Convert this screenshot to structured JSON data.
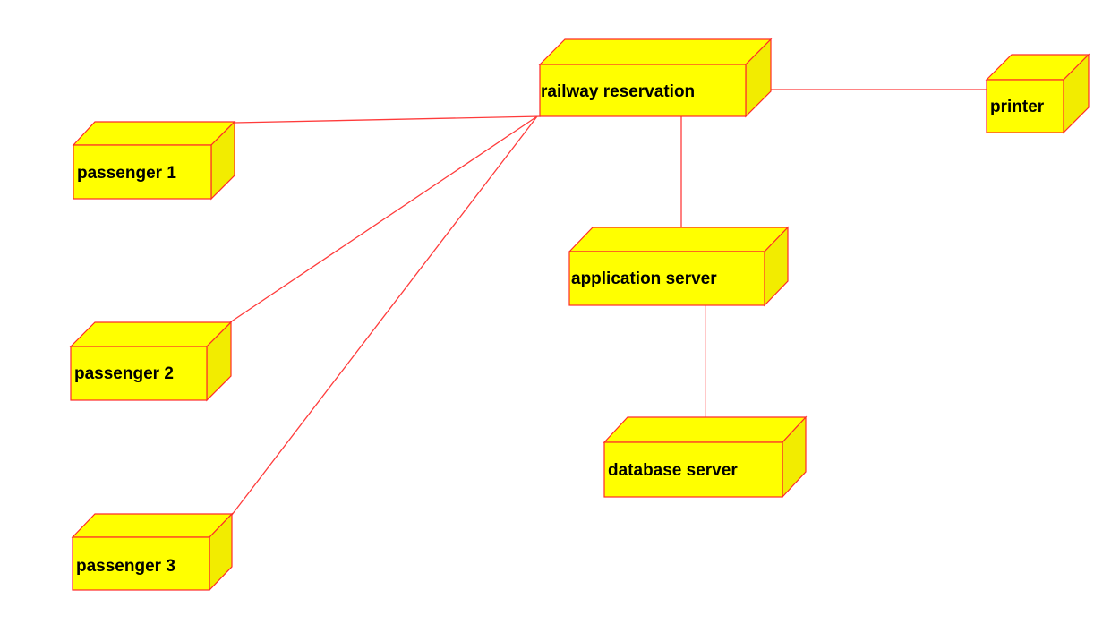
{
  "diagram": {
    "style": {
      "node_fill": "#ffff00",
      "node_top_fill": "#ffff00",
      "node_side_fill": "#f2ec00",
      "node_stroke": "#ff2a2a",
      "link_color": "#ff3b3b"
    },
    "nodes": {
      "railway_reservation": {
        "label": "railway reservation"
      },
      "printer": {
        "label": "printer"
      },
      "passenger_1": {
        "label": "passenger 1"
      },
      "passenger_2": {
        "label": "passenger 2"
      },
      "passenger_3": {
        "label": "passenger 3"
      },
      "application_server": {
        "label": "application server"
      },
      "database_server": {
        "label": "database server"
      }
    }
  }
}
